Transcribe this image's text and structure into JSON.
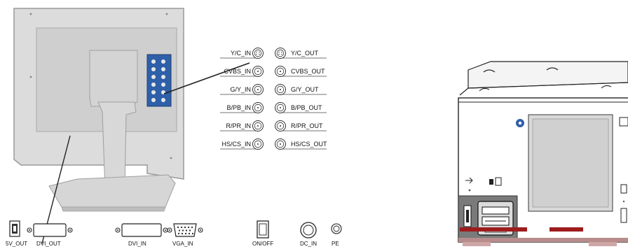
{
  "signal_panel": {
    "inputs": [
      "Y/C_IN",
      "CVBS_IN",
      "G/Y_IN",
      "B/PB_IN",
      "R/PR_IN",
      "HS/CS_IN"
    ],
    "outputs": [
      "Y/C_OUT",
      "CVBS_OUT",
      "G/Y_OUT",
      "B/PB_OUT",
      "R/PR_OUT",
      "HS/CS_OUT"
    ]
  },
  "bottom_connectors": {
    "usb": "5V_OUT",
    "dvi_out": "DVI_OUT",
    "dvi_in": "DVI_IN",
    "vga_in": "VGA_IN",
    "switch": "ON/OFF",
    "dc_in": "DC_IN",
    "pe": "PE"
  },
  "colors": {
    "monitor_body": "#d9d9d9",
    "monitor_edge": "#9a9a9a",
    "connector_panel": "#2f5fa8",
    "accent_red": "#9e1c1c"
  }
}
